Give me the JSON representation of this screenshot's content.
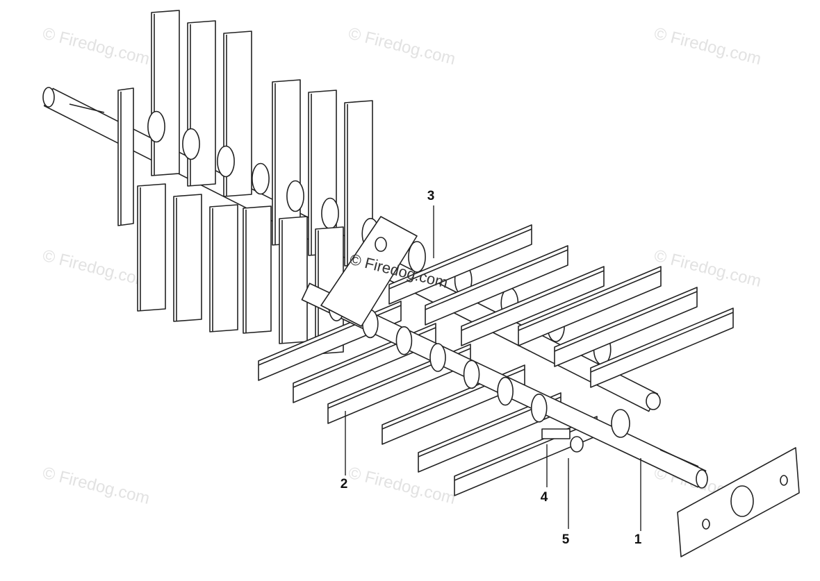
{
  "diagram": {
    "callouts": [
      {
        "id": "1",
        "label": "1"
      },
      {
        "id": "2",
        "label": "2"
      },
      {
        "id": "3",
        "label": "3"
      },
      {
        "id": "4",
        "label": "4"
      },
      {
        "id": "5",
        "label": "5"
      }
    ],
    "watermark_text": "© Firedog.com",
    "colors": {
      "line": "#222222",
      "fill": "#ffffff",
      "watermark": "#e2e2e2"
    }
  }
}
